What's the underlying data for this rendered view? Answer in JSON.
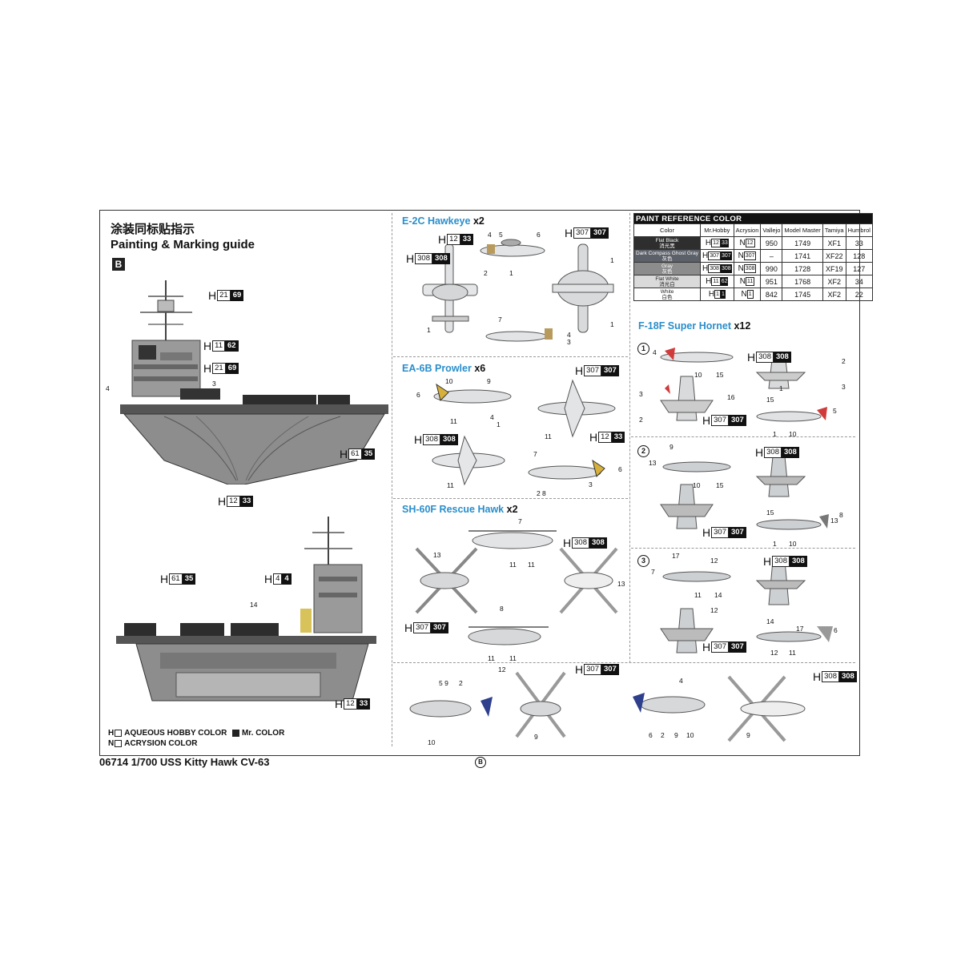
{
  "header": {
    "title_cn": "涂装同标贴指示",
    "title_en": "Painting & Marking guide",
    "section_badge": "B"
  },
  "ship_top": {
    "callouts": [
      {
        "h": "H",
        "white": "21",
        "black": "69"
      },
      {
        "h": "H",
        "white": "11",
        "black": "62"
      },
      {
        "h": "H",
        "white": "21",
        "black": "69"
      },
      {
        "h": "H",
        "white": "61",
        "black": "35"
      },
      {
        "h": "H",
        "white": "12",
        "black": "33"
      }
    ],
    "numbers": [
      "3",
      "4"
    ]
  },
  "ship_bottom": {
    "callouts": [
      {
        "h": "H",
        "white": "61",
        "black": "35"
      },
      {
        "h": "H",
        "white": "4",
        "black": "4"
      },
      {
        "h": "H",
        "white": "12",
        "black": "33"
      }
    ],
    "numbers": [
      "14"
    ]
  },
  "sections": {
    "e2c": {
      "title": "E-2C Hawkeye",
      "count": "x2",
      "callouts": [
        {
          "h": "H",
          "white": "12",
          "black": "33"
        },
        {
          "h": "H",
          "white": "307",
          "black": "307"
        },
        {
          "h": "H",
          "white": "308",
          "black": "308"
        }
      ],
      "numbers": [
        "4",
        "5",
        "6",
        "1",
        "2",
        "1",
        "1",
        "1",
        "7",
        "4",
        "3"
      ]
    },
    "ea6b": {
      "title": "EA-6B Prowler",
      "count": "x6",
      "callouts": [
        {
          "h": "H",
          "white": "307",
          "black": "307"
        },
        {
          "h": "H",
          "white": "308",
          "black": "308"
        },
        {
          "h": "H",
          "white": "12",
          "black": "33"
        }
      ],
      "numbers": [
        "10",
        "9",
        "6",
        "11",
        "4",
        "1",
        "11",
        "11",
        "7",
        "6",
        "2",
        "8",
        "3"
      ]
    },
    "sh60": {
      "title": "SH-60F Rescue Hawk",
      "count": "x2",
      "callouts": [
        {
          "h": "H",
          "white": "308",
          "black": "308"
        },
        {
          "h": "H",
          "white": "307",
          "black": "307"
        },
        {
          "h": "H",
          "white": "307",
          "black": "307"
        },
        {
          "h": "H",
          "white": "308",
          "black": "308"
        }
      ],
      "numbers": [
        "7",
        "13",
        "11",
        "11",
        "13",
        "8",
        "11",
        "11",
        "12",
        "5 9",
        "2",
        "10",
        "9",
        "4",
        "6",
        "2",
        "9",
        "10",
        "9"
      ]
    },
    "f18": {
      "title": "F-18F Super Hornet",
      "count": "x12",
      "variants": [
        "1",
        "2",
        "3"
      ],
      "callouts": [
        {
          "h": "H",
          "white": "308",
          "black": "308"
        },
        {
          "h": "H",
          "white": "307",
          "black": "307"
        },
        {
          "h": "H",
          "white": "308",
          "black": "308"
        },
        {
          "h": "H",
          "white": "307",
          "black": "307"
        },
        {
          "h": "H",
          "white": "308",
          "black": "308"
        },
        {
          "h": "H",
          "white": "307",
          "black": "307"
        }
      ],
      "numbers": [
        "4",
        "10",
        "15",
        "2",
        "1",
        "3",
        "16",
        "3",
        "2",
        "15",
        "5",
        "1",
        "10",
        "9",
        "13",
        "10",
        "15",
        "15",
        "8",
        "13",
        "1",
        "10",
        "17",
        "12",
        "7",
        "11",
        "14",
        "12",
        "14",
        "17",
        "6",
        "12",
        "11"
      ]
    }
  },
  "paint_table": {
    "title": "PAINT  REFERENCE COLOR",
    "headers": [
      "Color",
      "Mr.Hobby",
      "Acrysion",
      "Vallejo",
      "Model Master",
      "Tamiya",
      "Humbrol"
    ],
    "rows": [
      {
        "color_en": "Flat Black",
        "color_cn": "消光黑",
        "hobby_w": "12",
        "hobby_b": "33",
        "acrysion": "12",
        "vallejo": "950",
        "model_master": "1749",
        "tamiya": "XF1",
        "humbrol": "33"
      },
      {
        "color_en": "Dark Compass Ghost Gray",
        "color_cn": "灰色",
        "hobby_w": "307",
        "hobby_b": "307",
        "acrysion": "307",
        "vallejo": "–",
        "model_master": "1741",
        "tamiya": "XF22",
        "humbrol": "128"
      },
      {
        "color_en": "Gray",
        "color_cn": "灰色",
        "hobby_w": "308",
        "hobby_b": "308",
        "acrysion": "308",
        "vallejo": "990",
        "model_master": "1728",
        "tamiya": "XF19",
        "humbrol": "127"
      },
      {
        "color_en": "Flat White",
        "color_cn": "消光白",
        "hobby_w": "11",
        "hobby_b": "62",
        "acrysion": "11",
        "vallejo": "951",
        "model_master": "1768",
        "tamiya": "XF2",
        "humbrol": "34"
      },
      {
        "color_en": "White",
        "color_cn": "白色",
        "hobby_w": "1",
        "hobby_b": "1",
        "acrysion": "1",
        "vallejo": "842",
        "model_master": "1745",
        "tamiya": "XF2",
        "humbrol": "22"
      }
    ]
  },
  "legend": {
    "h_label": "H",
    "aqueous": "AQUEOUS HOBBY COLOR",
    "mr_color": "Mr. COLOR",
    "n_label": "N",
    "acrysion": "ACRYSION COLOR"
  },
  "footer": {
    "text": "06714 1/700 USS Kitty Hawk CV-63",
    "badge": "B"
  },
  "colors": {
    "section_title": "#2a8ecb",
    "hull_gray": "#8d8d8d",
    "deck_dark": "#3a3a3a",
    "aircraft_gray": "#c9cdd1"
  }
}
